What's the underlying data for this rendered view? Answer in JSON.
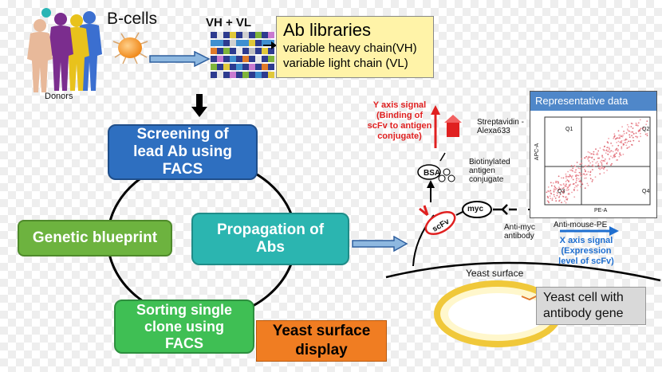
{
  "donors_label": "Donors",
  "bcells_label": "B-cells",
  "vhvl_label": "VH + VL",
  "ab_libraries": {
    "title": "Ab libraries",
    "line1": "variable heavy chain(VH)",
    "line2": "variable light chain (VL)"
  },
  "cycle": {
    "screening": "Screening  of lead Ab using FACS",
    "genetic": "Genetic blueprint",
    "propagation": "Propagation  of Abs",
    "sorting": "Sorting  single clone using FACS"
  },
  "yeast_display": "Yeast surface display",
  "labels": {
    "y_axis_signal": "Y axis signal (Binding of scFv to antigen conjugate)",
    "streptavidin": "Streptavidin -Alexa633",
    "biotinylated": "Biotinylated antigen conjugate",
    "bsa": "BSA",
    "myc": "myc",
    "scfv": "scFv",
    "anti_myc": "Anti-myc antibody",
    "anti_mouse": "Anti-mouse-PE",
    "x_axis_signal": "X axis signal (Expression level of scFv)",
    "yeast_surface": "Yeast surface",
    "yeast_cell": "Yeast cell  with antibody gene"
  },
  "representative": {
    "title": "Representative data",
    "q1": "Q1",
    "q2": "Q2",
    "q3": "Q3",
    "q4": "Q4",
    "xlabel": "PE-A",
    "ylabel": "APC-A"
  },
  "colors": {
    "blue_box": "#2e6fc0",
    "green_box": "#6db33f",
    "teal_box": "#2bb5b0",
    "sorting_box": "#3fbf54",
    "orange_box": "#f07d22",
    "yellow_box": "#fff3a8",
    "header_blue": "#4f87c9"
  }
}
